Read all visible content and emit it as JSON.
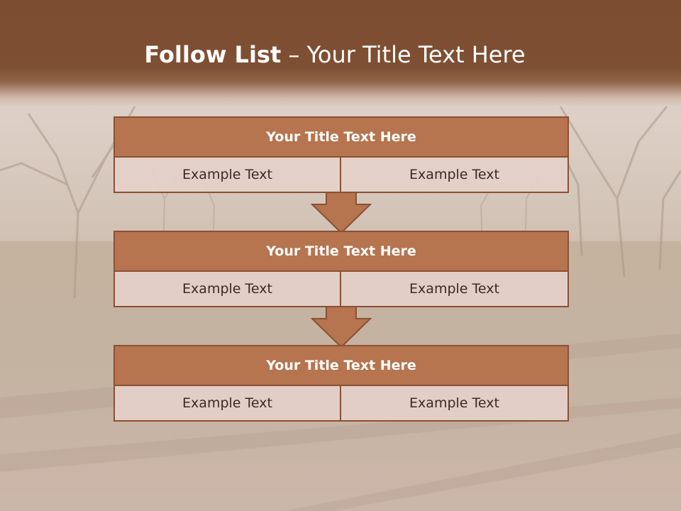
{
  "slide": {
    "title_bold": "Follow List",
    "title_rest": " – Your Title Text Here"
  },
  "steps": [
    {
      "title": "Your Title Text Here",
      "left": "Example Text",
      "right": "Example Text"
    },
    {
      "title": "Your Title Text Here",
      "left": "Example Text",
      "right": "Example Text"
    },
    {
      "title": "Your Title Text Here",
      "left": "Example Text",
      "right": "Example Text"
    }
  ],
  "colors": {
    "banner": "#7f4f33",
    "header_fill": "#b6744f",
    "border": "#8a5135",
    "cell_fill": "#e4d0ca"
  }
}
